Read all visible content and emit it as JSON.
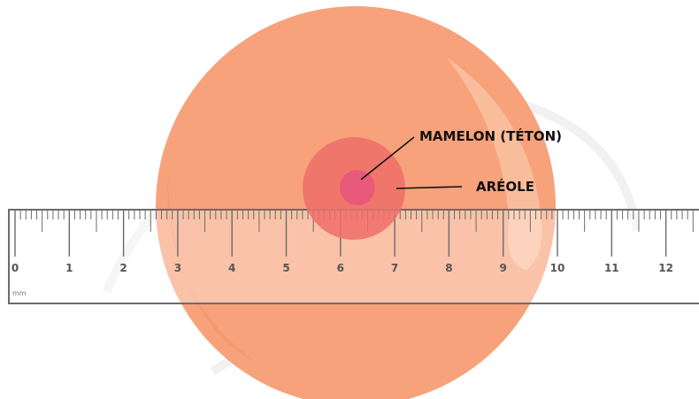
{
  "labels": {
    "nipple": "MAMELON (TÉTON)",
    "areola": "ARÉOLE"
  },
  "ruler": {
    "unit": "mm",
    "numbers": [
      "0",
      "1",
      "2",
      "3",
      "4",
      "5",
      "6",
      "7",
      "8",
      "9",
      "10",
      "11",
      "12"
    ],
    "minor_divisions_per_unit": 10
  },
  "colors": {
    "skin": "#f7a27a",
    "skin_highlight": "#fbc6a8",
    "areola": "#ef6f6a",
    "nipple": "#e7577c",
    "ruler_fill": "#ffffff",
    "ruler_stroke": "#6b6b6b",
    "leader_line": "#111111"
  }
}
